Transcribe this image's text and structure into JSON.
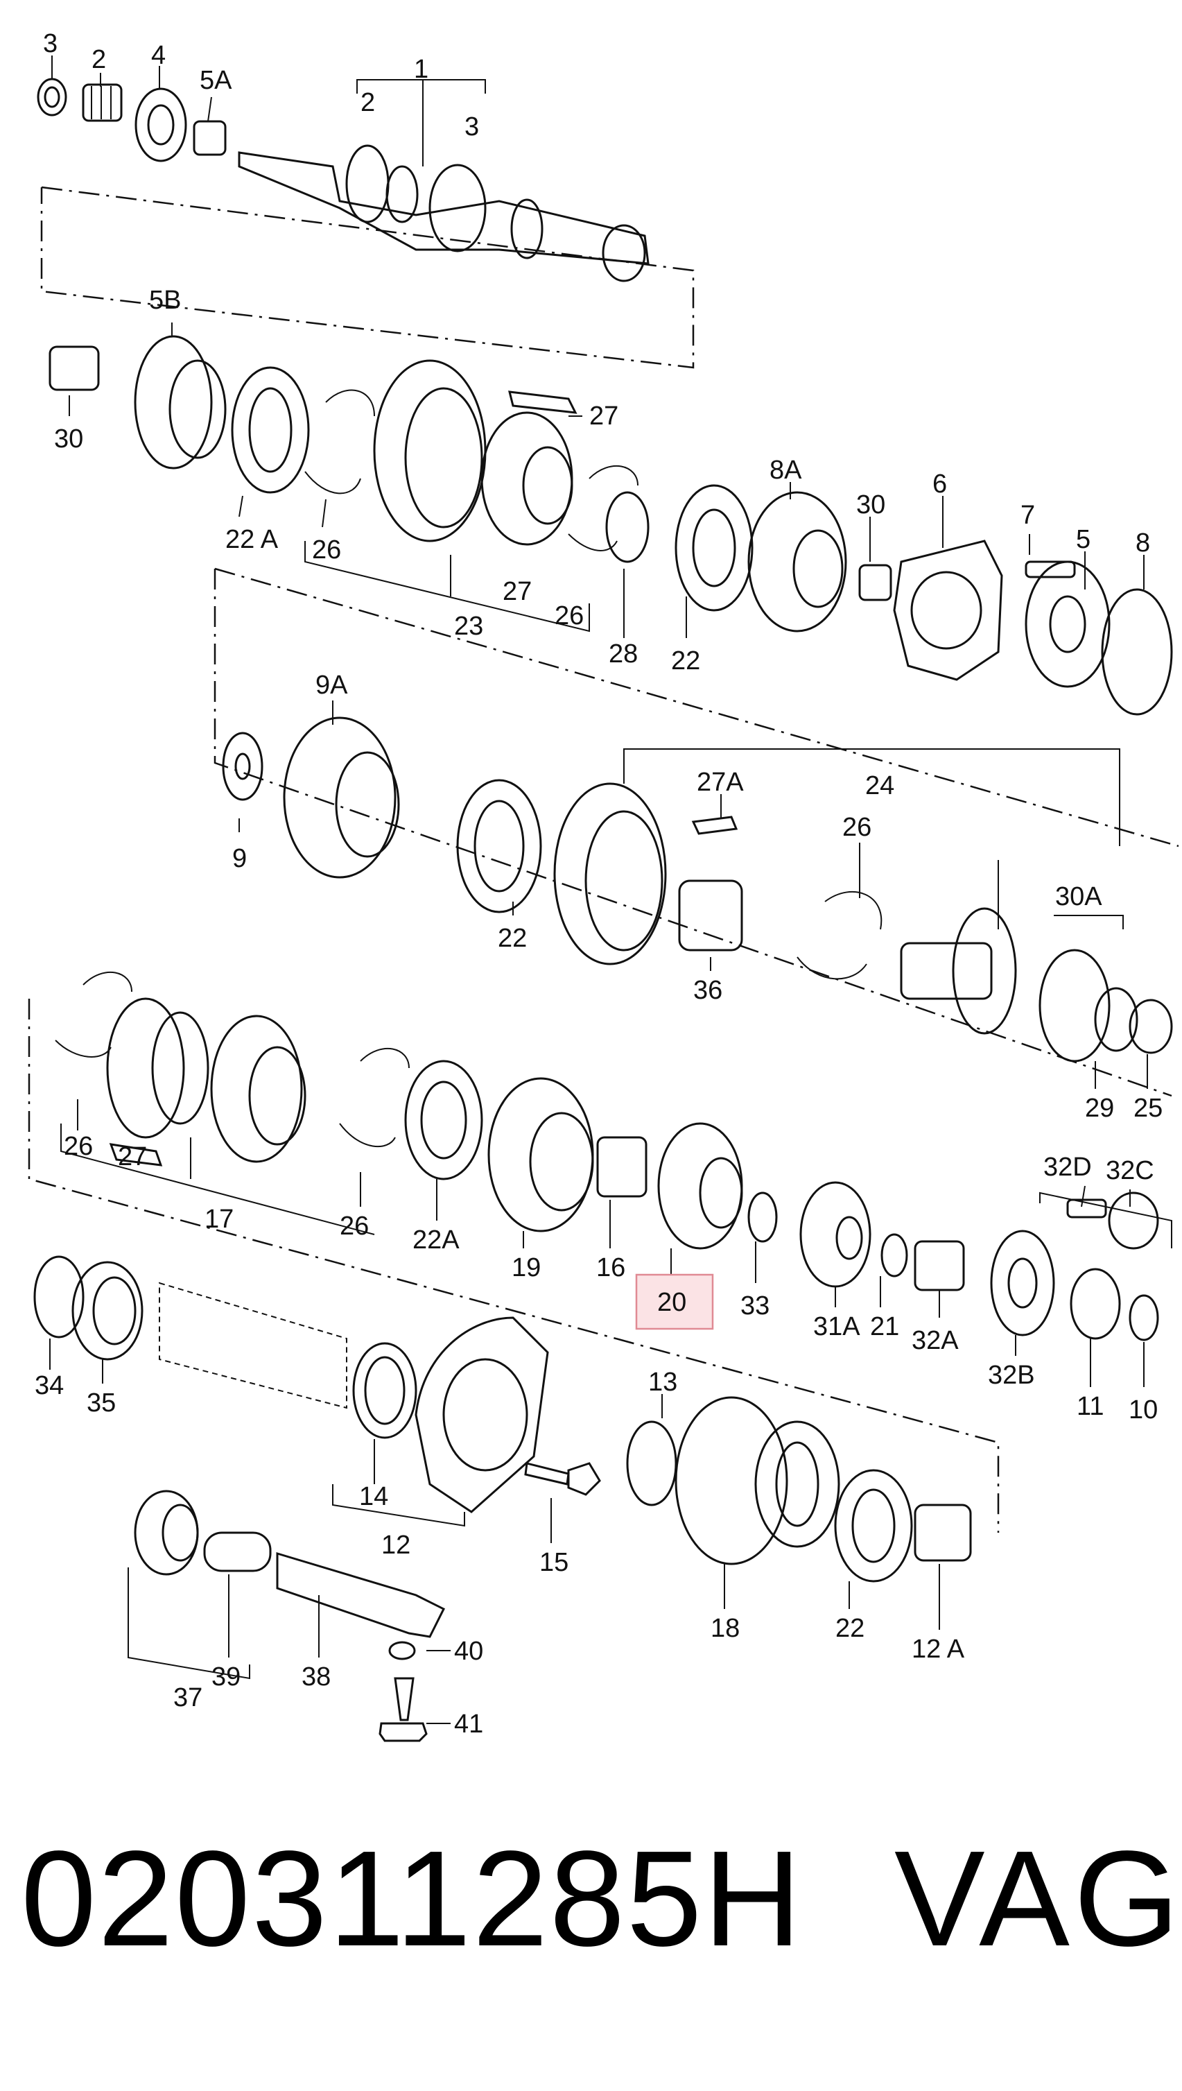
{
  "callouts": [
    {
      "text": "3"
    },
    {
      "text": "2"
    },
    {
      "text": "4"
    },
    {
      "text": "5A"
    },
    {
      "text": "1"
    },
    {
      "text": "2"
    },
    {
      "text": "3"
    },
    {
      "text": "5B"
    },
    {
      "text": "30"
    },
    {
      "text": "22 A"
    },
    {
      "text": "26"
    },
    {
      "text": "27"
    },
    {
      "text": "27"
    },
    {
      "text": "26"
    },
    {
      "text": "23"
    },
    {
      "text": "28"
    },
    {
      "text": "22"
    },
    {
      "text": "8A"
    },
    {
      "text": "30"
    },
    {
      "text": "6"
    },
    {
      "text": "7"
    },
    {
      "text": "5"
    },
    {
      "text": "8"
    },
    {
      "text": "9A"
    },
    {
      "text": "9"
    },
    {
      "text": "27A"
    },
    {
      "text": "24"
    },
    {
      "text": "22"
    },
    {
      "text": "26"
    },
    {
      "text": "36"
    },
    {
      "text": "30A"
    },
    {
      "text": "29"
    },
    {
      "text": "25"
    },
    {
      "text": "26"
    },
    {
      "text": "27"
    },
    {
      "text": "17"
    },
    {
      "text": "26"
    },
    {
      "text": "22A"
    },
    {
      "text": "19"
    },
    {
      "text": "16"
    },
    {
      "text": "20"
    },
    {
      "text": "33"
    },
    {
      "text": "31A"
    },
    {
      "text": "21"
    },
    {
      "text": "32A"
    },
    {
      "text": "32D"
    },
    {
      "text": "32C"
    },
    {
      "text": "32B"
    },
    {
      "text": "11"
    },
    {
      "text": "10"
    },
    {
      "text": "34"
    },
    {
      "text": "35"
    },
    {
      "text": "14"
    },
    {
      "text": "12"
    },
    {
      "text": "13"
    },
    {
      "text": "15"
    },
    {
      "text": "18"
    },
    {
      "text": "22"
    },
    {
      "text": "12 A"
    },
    {
      "text": "37"
    },
    {
      "text": "39"
    },
    {
      "text": "38"
    },
    {
      "text": "40"
    },
    {
      "text": "41"
    }
  ],
  "highlighted_callout": "20",
  "footer": {
    "part_number": "020311285H",
    "brand": "VAG"
  }
}
